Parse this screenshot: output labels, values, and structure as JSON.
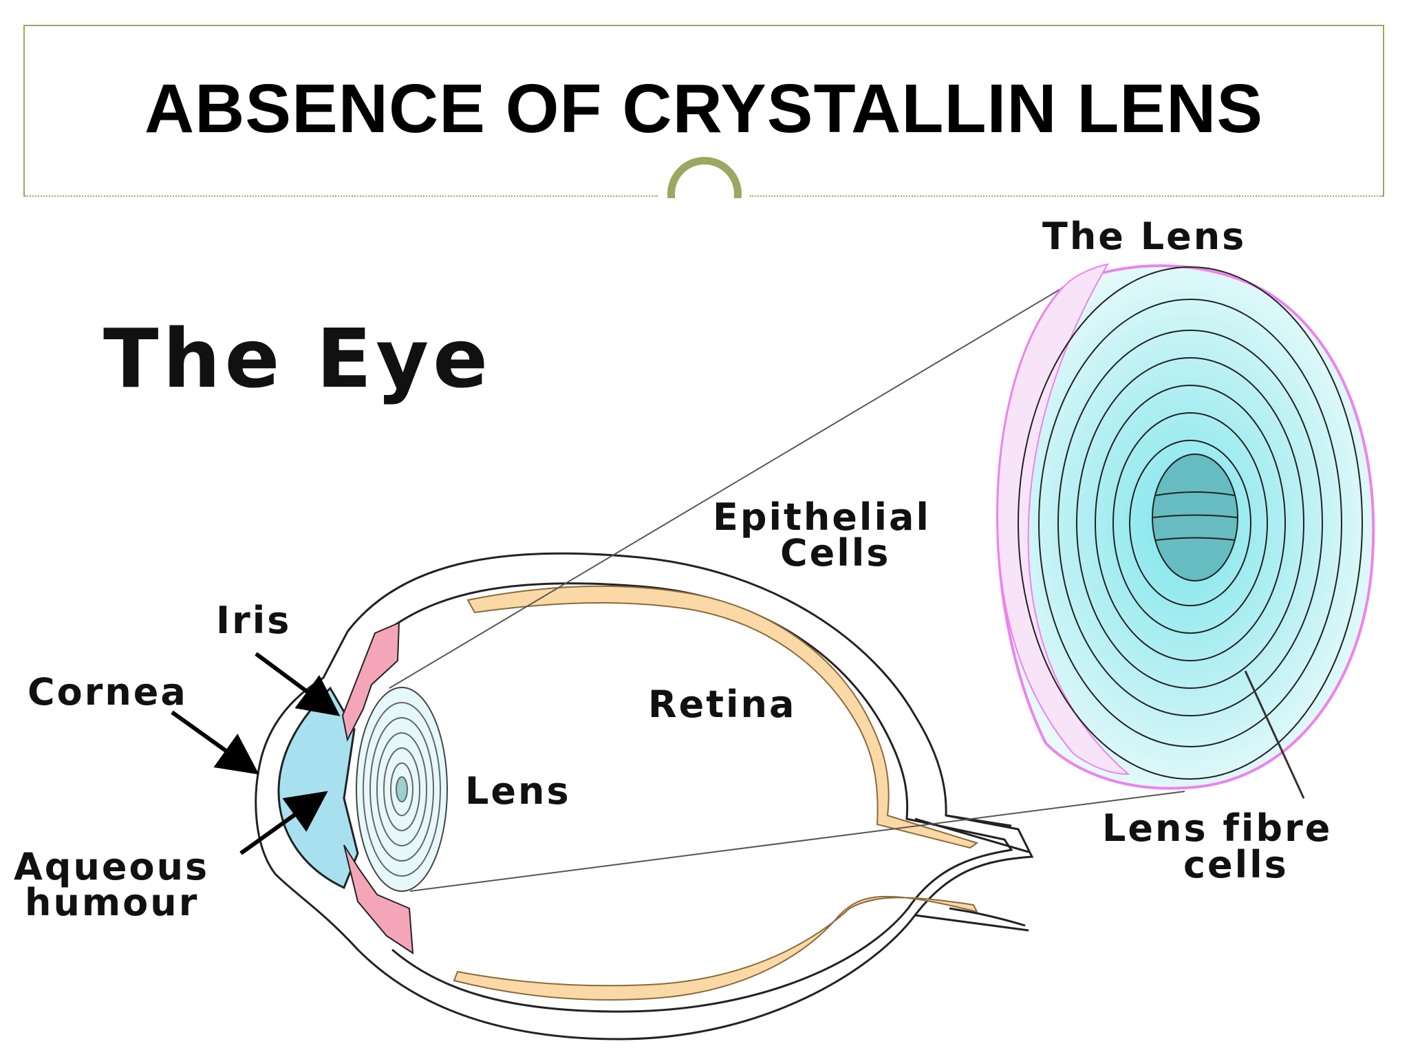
{
  "slide": {
    "title": "ABSENCE OF CRYSTALLIN LENS",
    "accent_color": "#9aa862"
  },
  "diagram": {
    "heading": "The Eye",
    "labels": {
      "iris": "Iris",
      "cornea": "Cornea",
      "aqueous_line1": "Aqueous",
      "aqueous_line2": "humour",
      "lens": "Lens",
      "retina": "Retina",
      "epithelial_line1": "Epithelial",
      "epithelial_line2": "Cells",
      "the_lens": "The Lens",
      "fibre_line1": "Lens fibre",
      "fibre_line2": "cells"
    },
    "colors": {
      "cornea_fill": "#a8e0f0",
      "iris_fill": "#f4a6b8",
      "retina_fill": "#fbd9a6",
      "lens_fill": "#e6f8fa",
      "lens_core": "#66bcc0",
      "capsule": "#ee82ee"
    }
  }
}
